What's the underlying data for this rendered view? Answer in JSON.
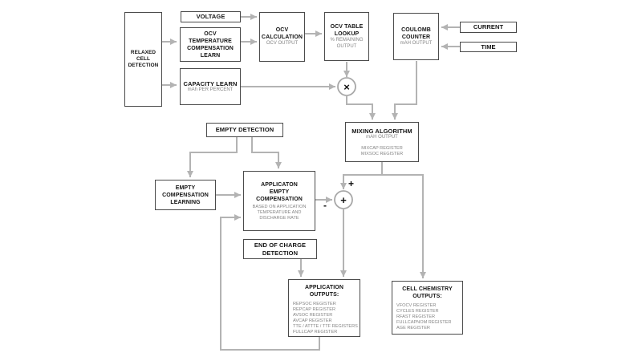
{
  "diagram_title": "battery fuel gauge mixing algorithm block diagram",
  "colors": {
    "background": "#ffffff",
    "connector_line": "#b3b3b3",
    "box_border": "#4a4a4a",
    "title_text": "#141414",
    "sub_text": "#848484"
  },
  "nodes": {
    "relaxed_cell_detection": {
      "lines": [
        "RELAXED",
        "CELL",
        "DETECTION"
      ]
    },
    "voltage": {
      "label": "VOLTAGE"
    },
    "ocv_temperature_compensation_learn": {
      "lines": [
        "OCV",
        "TEMPERATURE",
        "COMPENSATION",
        "LEARN"
      ]
    },
    "ocv_calculation": {
      "title_lines": [
        "OCV",
        "CALCULATION"
      ],
      "sub_lines": [
        "OCV OUTPUT"
      ]
    },
    "ocv_table_lookup": {
      "title_lines": [
        "OCV TABLE",
        "LOOKUP"
      ],
      "sub_lines": [
        "% REMAINING",
        "OUTPUT"
      ]
    },
    "coulomb_counter": {
      "title_lines": [
        "COULOMB",
        "COUNTER"
      ],
      "sub_lines": [
        "mAH OUTPUT"
      ]
    },
    "current": {
      "label": "CURRENT"
    },
    "time": {
      "label": "TIME"
    },
    "capacity_learn": {
      "title": "CAPACITY LEARN",
      "sub": "mAh PER PERCENT"
    },
    "mixing_algorithm": {
      "title": "MIXING ALGORITHM",
      "sub": "mAH OUTPUT",
      "registers": [
        "MIXCAP REGISTER",
        "MIXSOC REGISTER"
      ]
    },
    "empty_detection": {
      "label": "EMPTY DETECTION"
    },
    "empty_compensation_learning": {
      "lines": [
        "EMPTY",
        "COMPENSATION",
        "LEARNING"
      ]
    },
    "application_empty_compensation": {
      "title_lines": [
        "APPLICATON",
        "EMPTY",
        "COMPENSATION"
      ],
      "sub_lines": [
        "BASED ON APPLICATION",
        "TEMPERATURE AND",
        "DISCHARGE RATE"
      ]
    },
    "end_of_charge_detection": {
      "lines": [
        "END OF CHARGE",
        "DETECTION"
      ]
    },
    "application_outputs": {
      "title_lines": [
        "APPLICATION",
        "OUTPUTS:"
      ],
      "registers": [
        "REPSOC REGISTER",
        "REPCAP REGISTER",
        "AVSOC REGISTER",
        "AVCAP REGISTER",
        "TTE / ATTTE / TTF REGISTERS",
        "FULLCAP REGISTER"
      ]
    },
    "cell_chemistry_outputs": {
      "title_lines": [
        "CELL CHEMISTRY",
        "OUTPUTS:"
      ],
      "registers": [
        "VFOCV REGISTER",
        "CYCLES REGISTER",
        "RFAST REGISTER",
        "FULLCAPNOM REGISTER",
        "AGE REGISTER"
      ]
    }
  },
  "operators": {
    "multiply": "×",
    "sum": "+",
    "plus_input_label": "+",
    "minus_input_label": "-"
  }
}
